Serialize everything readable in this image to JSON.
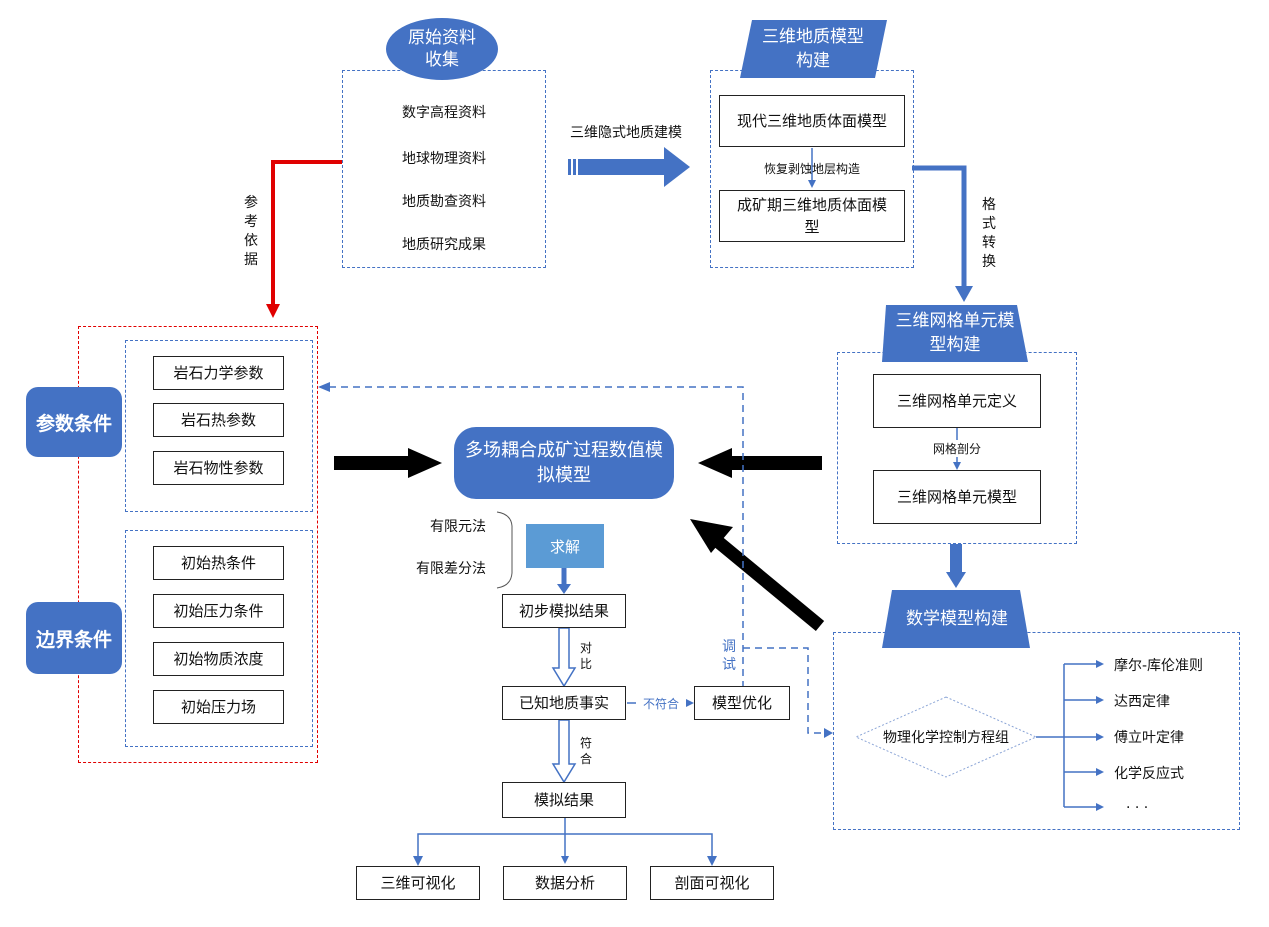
{
  "source": {
    "title": "原始资料收集",
    "items": [
      "数字高程资料",
      "地球物理资料",
      "地质勘查资料",
      "地质研究成果"
    ]
  },
  "implicit_label": "三维隐式地质建模",
  "geo3d": {
    "title": "三维地质模型构建",
    "box_modern": "现代三维地质体面模型",
    "step_label": "恢复剥蚀地层构造",
    "box_ore": "成矿期三维地质体面模型"
  },
  "format_label": "格式转换",
  "grid": {
    "title": "三维网格单元模型构建",
    "box_def": "三维网格单元定义",
    "step_label": "网格剖分",
    "box_model": "三维网格单元模型"
  },
  "math": {
    "title": "数学模型构建",
    "center": "物理化学控制方程组",
    "laws": [
      "摩尔-库伦准则",
      "达西定律",
      "傅立叶定律",
      "化学反应式",
      "· · ·"
    ]
  },
  "reference_label": "参考依据",
  "params": {
    "title": "参数条件",
    "items": [
      "岩石力学参数",
      "岩石热参数",
      "岩石物性参数"
    ]
  },
  "boundary": {
    "title": "边界条件",
    "items": [
      "初始热条件",
      "初始压力条件",
      "初始物质浓度",
      "初始压力场"
    ]
  },
  "main_model": "多场耦合成矿过程数值模拟模型",
  "methods": [
    "有限元法",
    "有限差分法"
  ],
  "solve": "求解",
  "prelim": "初步模拟结果",
  "compare_label": "对比",
  "known_facts": "已知地质事实",
  "mismatch_label": "不符合",
  "optimize": "模型优化",
  "adjust_label": "调试",
  "match_label": "符合",
  "final": "模拟结果",
  "outputs": [
    "三维可视化",
    "数据分析",
    "剖面可视化"
  ],
  "colors": {
    "blue": "#4472c4",
    "red": "#e00000",
    "arrow": "#4472c4",
    "black": "#000000"
  }
}
